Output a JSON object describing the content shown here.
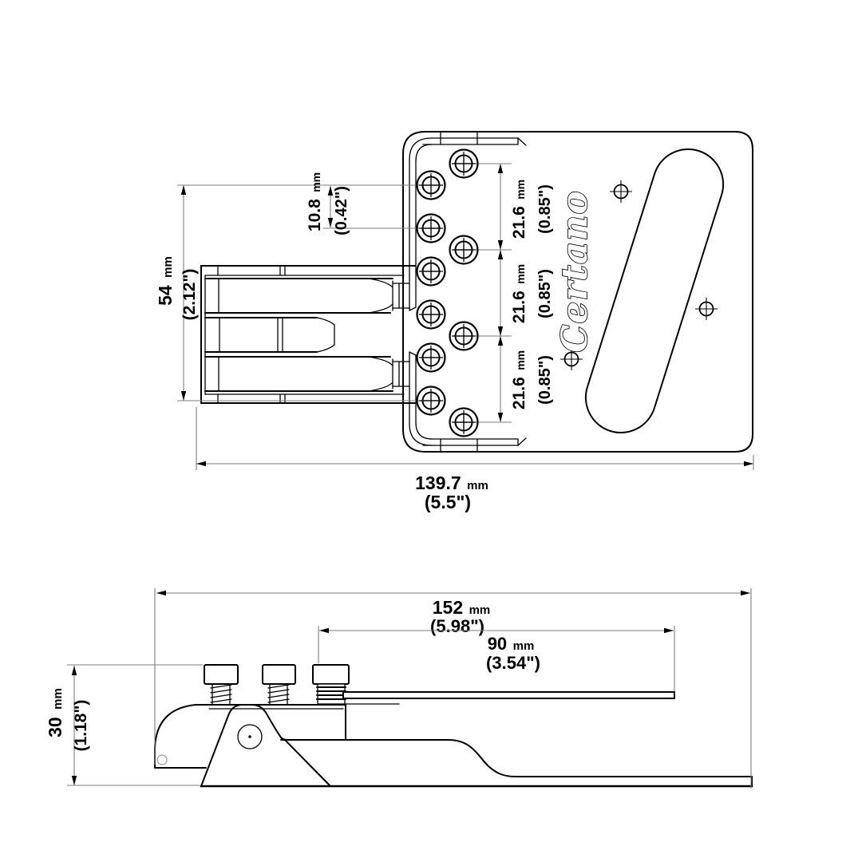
{
  "drawing": {
    "brand_logo": "Certano",
    "top_view": {
      "dims": {
        "plate_width": {
          "value": "139.7",
          "unit": "mm",
          "inches": "(5.5\")"
        },
        "fork_height": {
          "value": "54",
          "unit": "mm",
          "inches": "(2.12\")"
        },
        "hole_offset": {
          "value": "10.8",
          "unit": "mm",
          "inches": "(0.42\")"
        },
        "hole_spacing": {
          "value": "21.6",
          "unit": "mm",
          "inches": "(0.85\")"
        }
      }
    },
    "side_view": {
      "dims": {
        "total_length": {
          "value": "152",
          "unit": "mm",
          "inches": "(5.98\")"
        },
        "arm_length": {
          "value": "90",
          "unit": "mm",
          "inches": "(3.54\")"
        },
        "height": {
          "value": "30",
          "unit": "mm",
          "inches": "(1.18\")"
        }
      }
    }
  }
}
